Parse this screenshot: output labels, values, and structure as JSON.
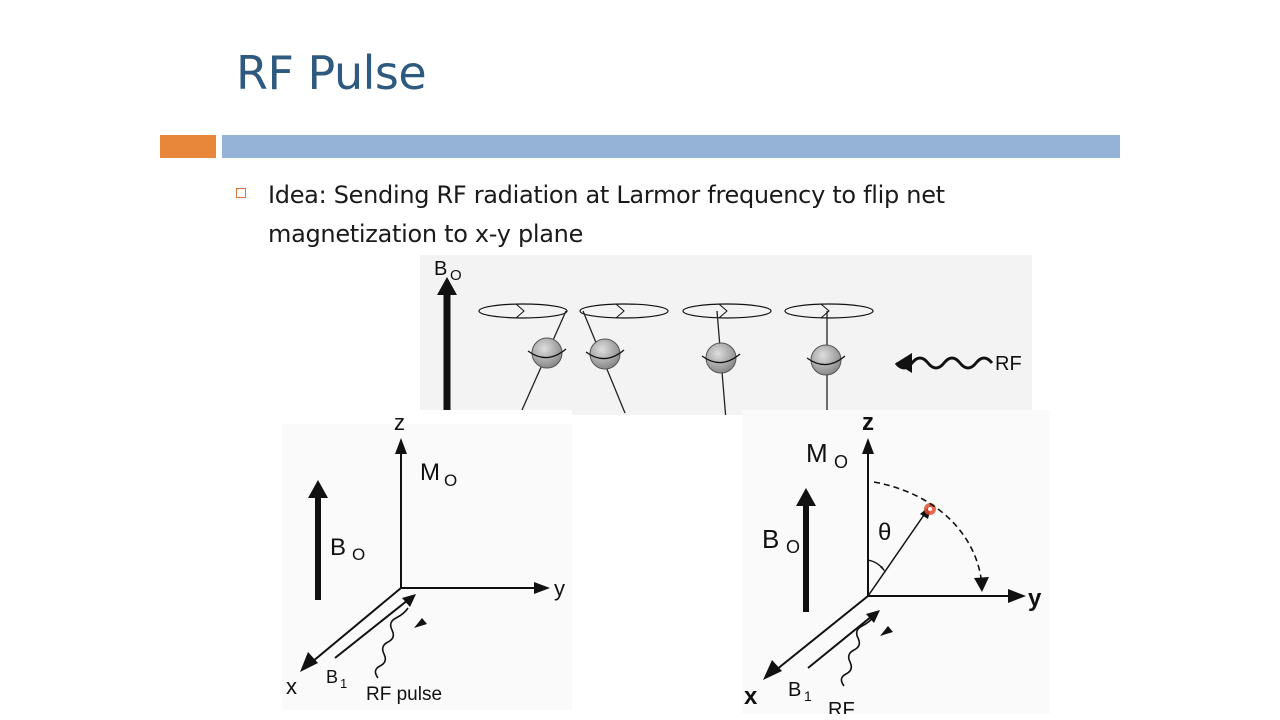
{
  "slide": {
    "title": "RF Pulse",
    "bullet": "Idea: Sending RF radiation at Larmor frequency to flip net magnetization to x-y plane"
  },
  "colors": {
    "title": "#2f5a7f",
    "accent_orange": "#e8873a",
    "accent_blue": "#94b3d6",
    "pointer": "#e05030"
  },
  "top_figure": {
    "b0": "B",
    "b0_sub": "O",
    "rf": "RF"
  },
  "left_figure": {
    "z": "z",
    "y": "y",
    "x": "x",
    "m0": "M",
    "m0_sub": "O",
    "b0": "B",
    "b0_sub": "O",
    "b1": "B",
    "b1_sub": "1",
    "rf_pulse": "RF pulse"
  },
  "right_figure": {
    "z": "z",
    "y": "y",
    "x": "x",
    "m0": "M",
    "m0_sub": "O",
    "b0": "B",
    "b0_sub": "O",
    "b1": "B",
    "b1_sub": "1",
    "theta": "θ",
    "rf": "RF"
  }
}
